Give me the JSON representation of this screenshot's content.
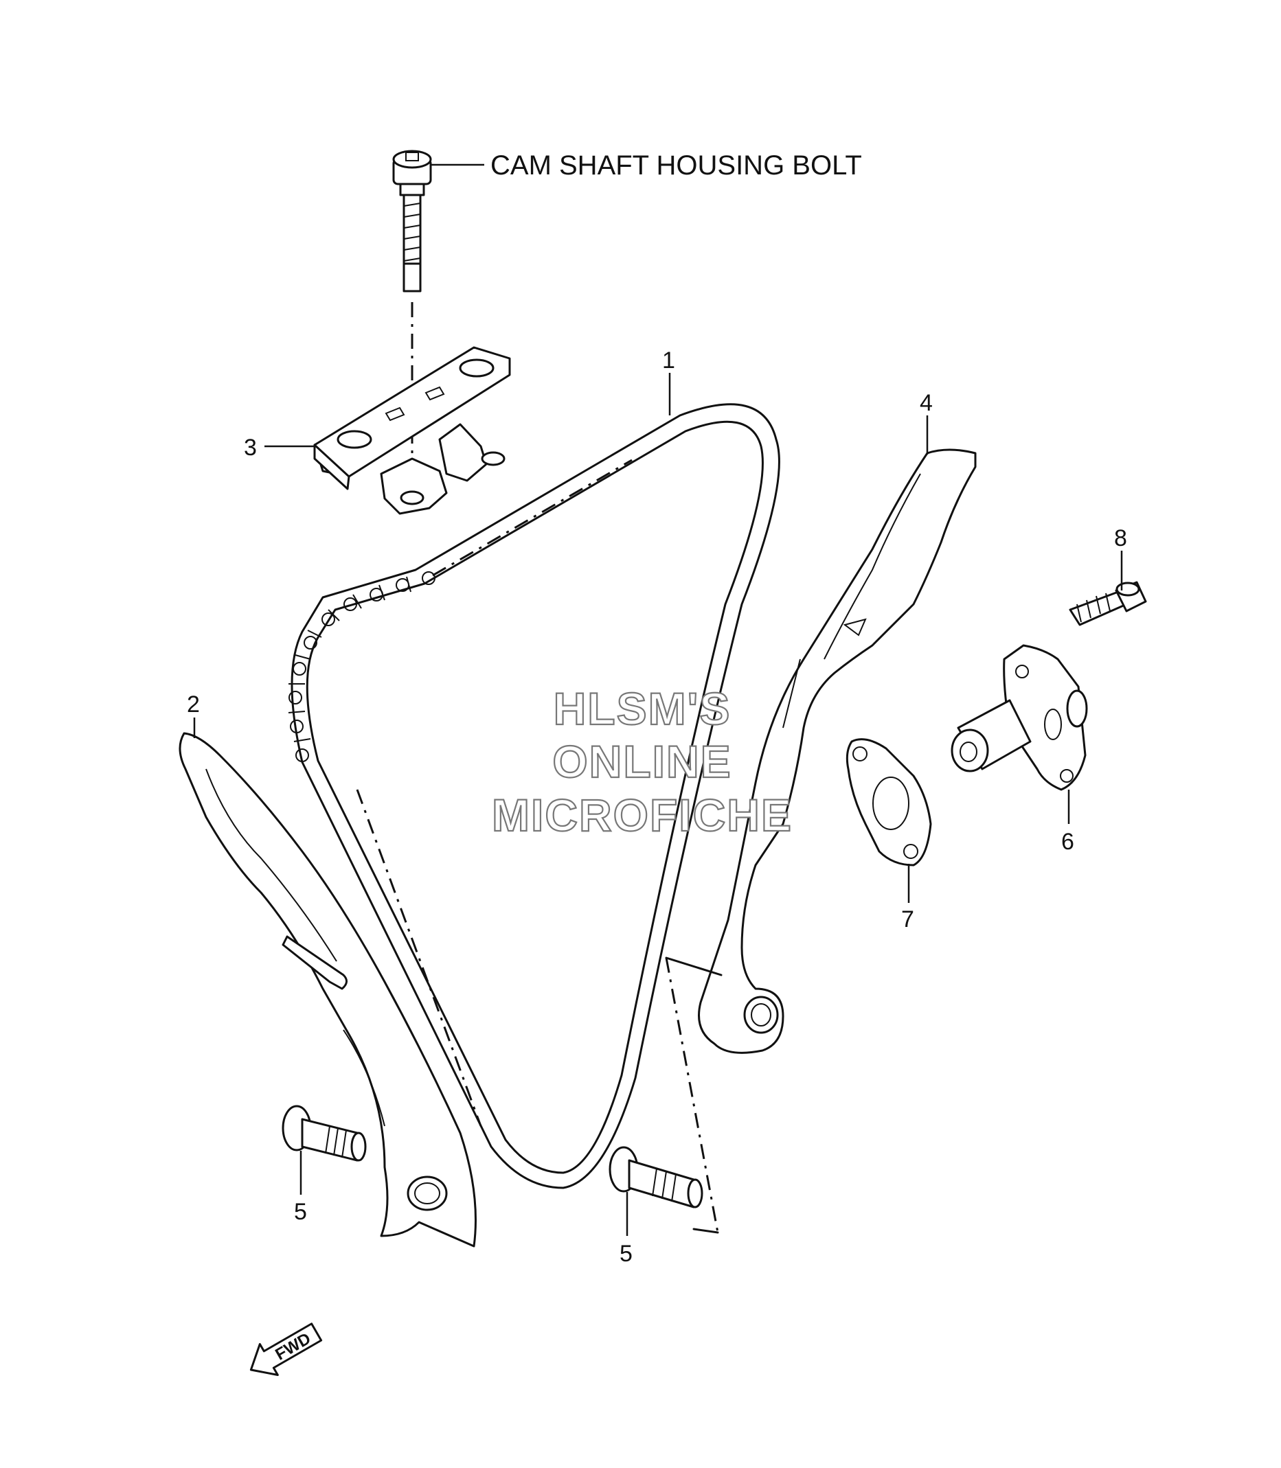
{
  "diagram": {
    "bolt_label": "CAM SHAFT HOUSING BOLT",
    "callouts": {
      "chain": "1",
      "guide_front": "2",
      "housing": "3",
      "guide_rear": "4",
      "bolt_left": "5",
      "bolt_right": "5",
      "tensioner": "6",
      "gasket": "7",
      "tensioner_bolt": "8"
    },
    "watermark": {
      "line1": "HLSM'S",
      "line2": "ONLINE",
      "line3": "MICROFICHE"
    },
    "fwd_label": "FWD"
  }
}
